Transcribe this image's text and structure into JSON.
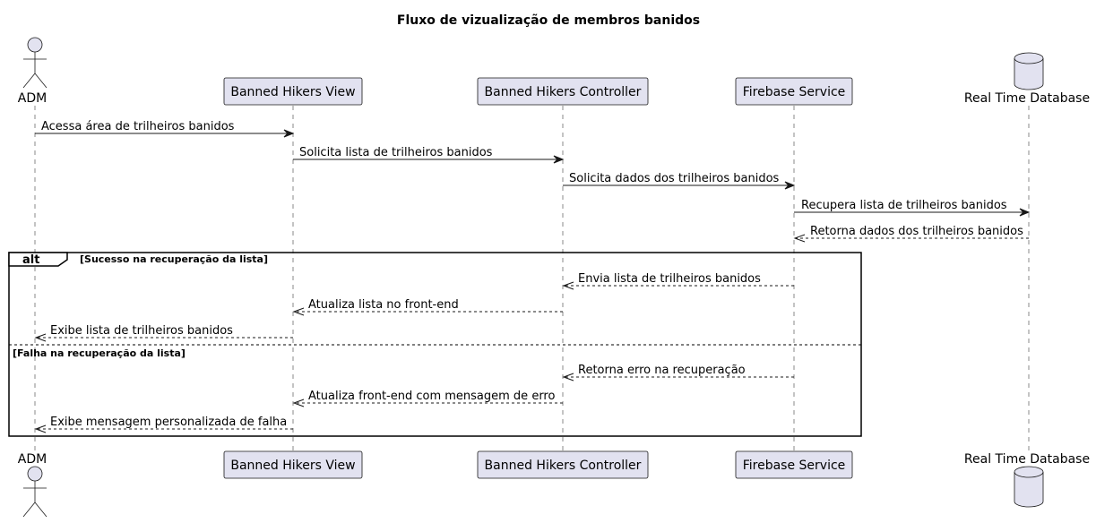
{
  "title": "Fluxo de vizualização de membros banidos",
  "participants": {
    "adm": "ADM",
    "view": "Banned Hikers View",
    "controller": "Banned Hikers Controller",
    "firebase": "Firebase Service",
    "database": "Real Time Database"
  },
  "messages": {
    "m1": "Acessa área de trilheiros banidos",
    "m2": "Solicita lista de trilheiros banidos",
    "m3": "Solicita dados dos trilheiros banidos",
    "m4": "Recupera lista de trilheiros banidos",
    "m5": "Retorna dados dos trilheiros banidos",
    "m6": "Envia lista de trilheiros banidos",
    "m7": "Atualiza lista no front-end",
    "m8": "Exibe lista de trilheiros banidos",
    "m9": "Retorna erro na recuperação",
    "m10": "Atualiza front-end com mensagem de erro",
    "m11": "Exibe mensagem personalizada de falha"
  },
  "fragment": {
    "operator": "alt",
    "guard1": "[Sucesso na recuperação da lista]",
    "guard2": "[Falha na recuperação da lista]"
  },
  "colors": {
    "participant_fill": "#E2E2F0",
    "border": "#181818"
  }
}
